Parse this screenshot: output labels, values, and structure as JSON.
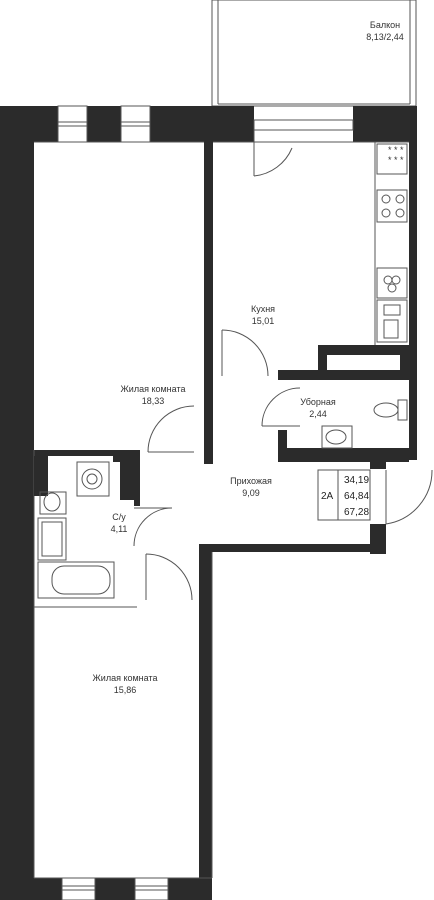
{
  "rooms": {
    "balcony": {
      "name": "Балкон",
      "area": "8,13/2,44"
    },
    "kitchen": {
      "name": "Кухня",
      "area": "15,01"
    },
    "living1": {
      "name": "Жилая комната",
      "area": "18,33"
    },
    "toilet": {
      "name": "Уборная",
      "area": "2,44"
    },
    "hall": {
      "name": "Прихожая",
      "area": "9,09"
    },
    "bathroom": {
      "name": "С/у",
      "area": "4,11"
    },
    "living2": {
      "name": "Жилая комната",
      "area": "15,86"
    }
  },
  "apartment": {
    "type": "2А",
    "areas": [
      "34,19",
      "64,84",
      "67,28"
    ]
  },
  "colors": {
    "wall": "#2b2b2b",
    "line": "#333333",
    "fixture": "#555555"
  }
}
